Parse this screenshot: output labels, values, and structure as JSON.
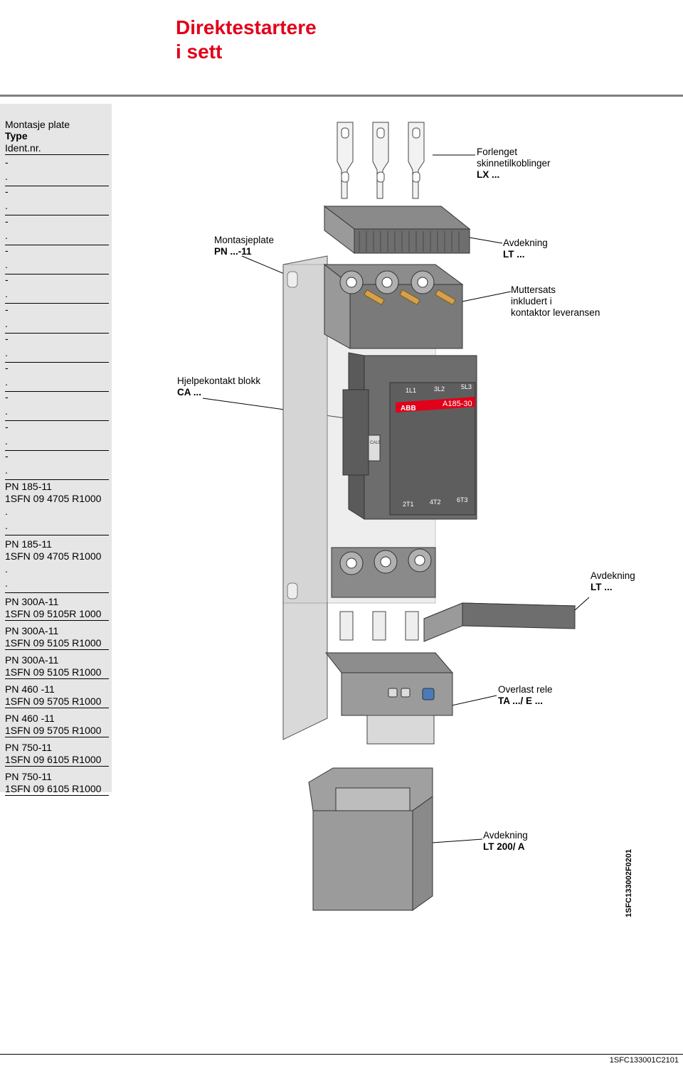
{
  "title": {
    "line1": "Direktestartere",
    "line2": "i sett"
  },
  "sidebar": {
    "header1": "Montasje plate",
    "header2": "Type",
    "header3": "Ident.nr.",
    "placeholder_pairs": [
      [
        "-",
        "."
      ],
      [
        "-",
        "."
      ],
      [
        "-",
        "."
      ],
      [
        "-",
        "."
      ],
      [
        "-",
        "."
      ],
      [
        "-",
        "."
      ],
      [
        "-",
        "."
      ],
      [
        "-",
        "."
      ],
      [
        "-",
        "."
      ],
      [
        "-",
        "."
      ],
      [
        "-",
        "."
      ]
    ],
    "entries": [
      {
        "type": "PN 185-11",
        "ident": "1SFN 09 4705 R1000",
        "after": [
          ".",
          "."
        ]
      },
      {
        "type": "PN 185-11",
        "ident": "1SFN 09 4705 R1000",
        "after": [
          ".",
          "."
        ]
      },
      {
        "type": "PN 300A-11",
        "ident": "1SFN 09 5105R 1000",
        "after": []
      },
      {
        "type": "PN 300A-11",
        "ident": "1SFN 09 5105 R1000",
        "after": []
      },
      {
        "type": "PN 300A-11",
        "ident": "1SFN 09 5105 R1000",
        "after": []
      },
      {
        "type": "PN 460 -11",
        "ident": "1SFN 09 5705 R1000",
        "after": []
      },
      {
        "type": "PN 460 -11",
        "ident": "1SFN 09 5705 R1000",
        "after": []
      },
      {
        "type": "PN 750-11",
        "ident": "1SFN 09 6105 R1000",
        "after": []
      },
      {
        "type": "PN 750-11",
        "ident": "1SFN 09 6105 R1000",
        "after": []
      }
    ]
  },
  "callouts": {
    "lx": {
      "line1": "Forlenget",
      "line2": "skinnetilkoblinger",
      "line3": "LX ..."
    },
    "montasjeplate": {
      "line1": "Montasjeplate",
      "line2": "PN ...-11"
    },
    "avdekning_top": {
      "line1": "Avdekning",
      "line2": "LT ..."
    },
    "muttersats": {
      "line1": "Muttersats",
      "line2": "inkludert i",
      "line3": "kontaktor leveransen"
    },
    "hjelpekontakt": {
      "line1": "Hjelpekontakt blokk",
      "line2": "CA ..."
    },
    "avdekning_mid": {
      "line1": "Avdekning",
      "line2": "LT ..."
    },
    "overlast": {
      "line1": "Overlast rele",
      "line2": "TA .../ E ..."
    },
    "avdekning_bottom": {
      "line1": "Avdekning",
      "line2": "LT 200/ A"
    }
  },
  "contactor": {
    "brand": "ABB",
    "model": "A185-30",
    "top_terminals": [
      "1L1",
      "3L2",
      "5L3"
    ],
    "bottom_terminals": [
      "2T1",
      "4T2",
      "6T3"
    ],
    "aux_label": "CAL5"
  },
  "vertical_id": "1SFC133002F0201",
  "footer_id": "1SFC133001C2101",
  "colors": {
    "title": "#e2001a",
    "abb_red": "#e2001a",
    "panel_gray": "#e6e6e6"
  }
}
